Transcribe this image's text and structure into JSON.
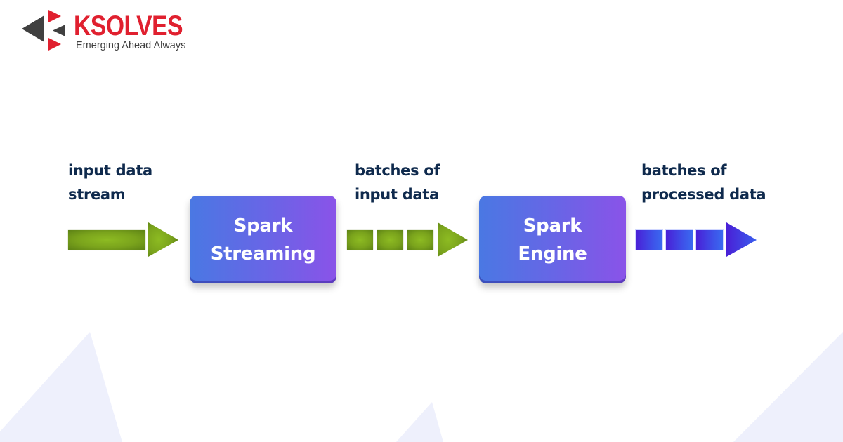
{
  "brand": {
    "name": "KSOLVES",
    "tagline": "Emerging Ahead Always",
    "colors": {
      "red": "#e0202f",
      "gray": "#404040"
    }
  },
  "diagram": {
    "title": "Spark Streaming data flow",
    "stages": [
      {
        "id": "input",
        "label_lines": [
          "input data",
          "stream"
        ],
        "arrow": "continuous",
        "arrow_color": "#7aa31c"
      },
      {
        "id": "spark-streaming",
        "box_lines": [
          "Spark",
          "Streaming"
        ]
      },
      {
        "id": "input-batches",
        "label_lines": [
          "batches of",
          "input data"
        ],
        "arrow": "batched",
        "batch_count": 3,
        "arrow_color": "#7aa31c"
      },
      {
        "id": "spark-engine",
        "box_lines": [
          "Spark",
          "Engine"
        ]
      },
      {
        "id": "processed-batches",
        "label_lines": [
          "batches of",
          "processed data"
        ],
        "arrow": "batched",
        "batch_count": 3,
        "arrow_color": "#3e4fe8"
      }
    ],
    "colors": {
      "label_text": "#0f2a4d",
      "box_gradient_start": "#4a78e3",
      "box_gradient_end": "#8a53e8",
      "green_arrow": "#7aa31c",
      "blue_arrow_start": "#4a1fd6",
      "blue_arrow_end": "#3a6af0",
      "background_shape": "#eef0fc"
    }
  }
}
